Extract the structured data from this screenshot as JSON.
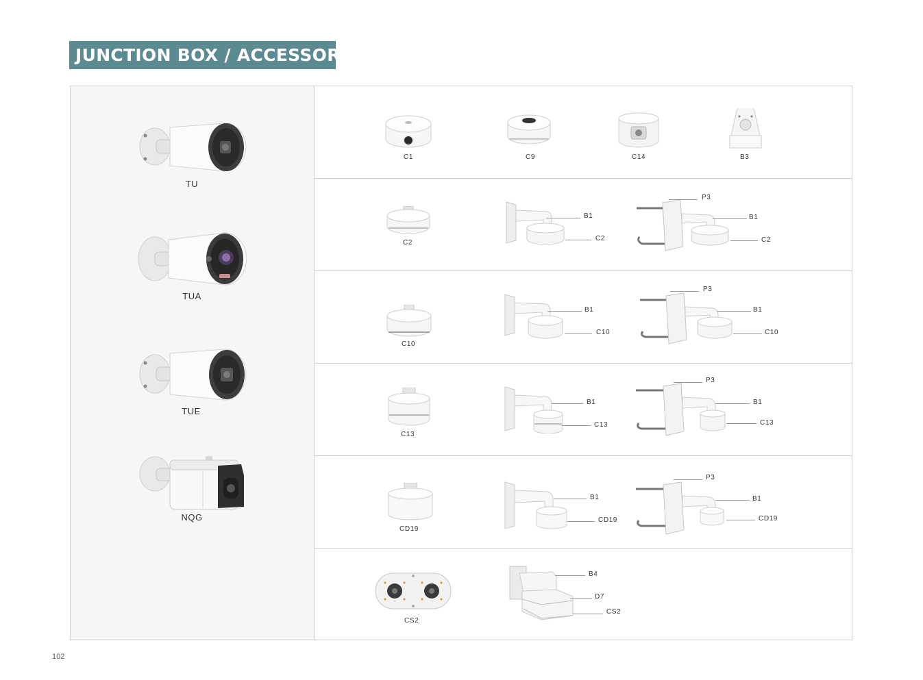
{
  "header": {
    "title": "JUNCTION BOX / ACCESSORY"
  },
  "cameras": [
    {
      "label": "TU"
    },
    {
      "label": "TUA"
    },
    {
      "label": "TUE"
    },
    {
      "label": "NQG"
    }
  ],
  "rows": [
    {
      "items": [
        "C1",
        "C9",
        "C14",
        "B3"
      ]
    },
    {
      "items": [
        "C2",
        "B1",
        "C2",
        "P3",
        "B1",
        "C2"
      ]
    },
    {
      "items": [
        "C10",
        "B1",
        "C10",
        "P3",
        "B1",
        "C10"
      ]
    },
    {
      "items": [
        "C13",
        "B1",
        "C13",
        "P3",
        "B1",
        "C13"
      ]
    },
    {
      "items": [
        "CD19",
        "B1",
        "CD19",
        "P3",
        "B1",
        "CD19"
      ]
    },
    {
      "items": [
        "CS2",
        "B4",
        "D7",
        "CS2"
      ]
    }
  ],
  "footer": {
    "page_number": "102"
  }
}
